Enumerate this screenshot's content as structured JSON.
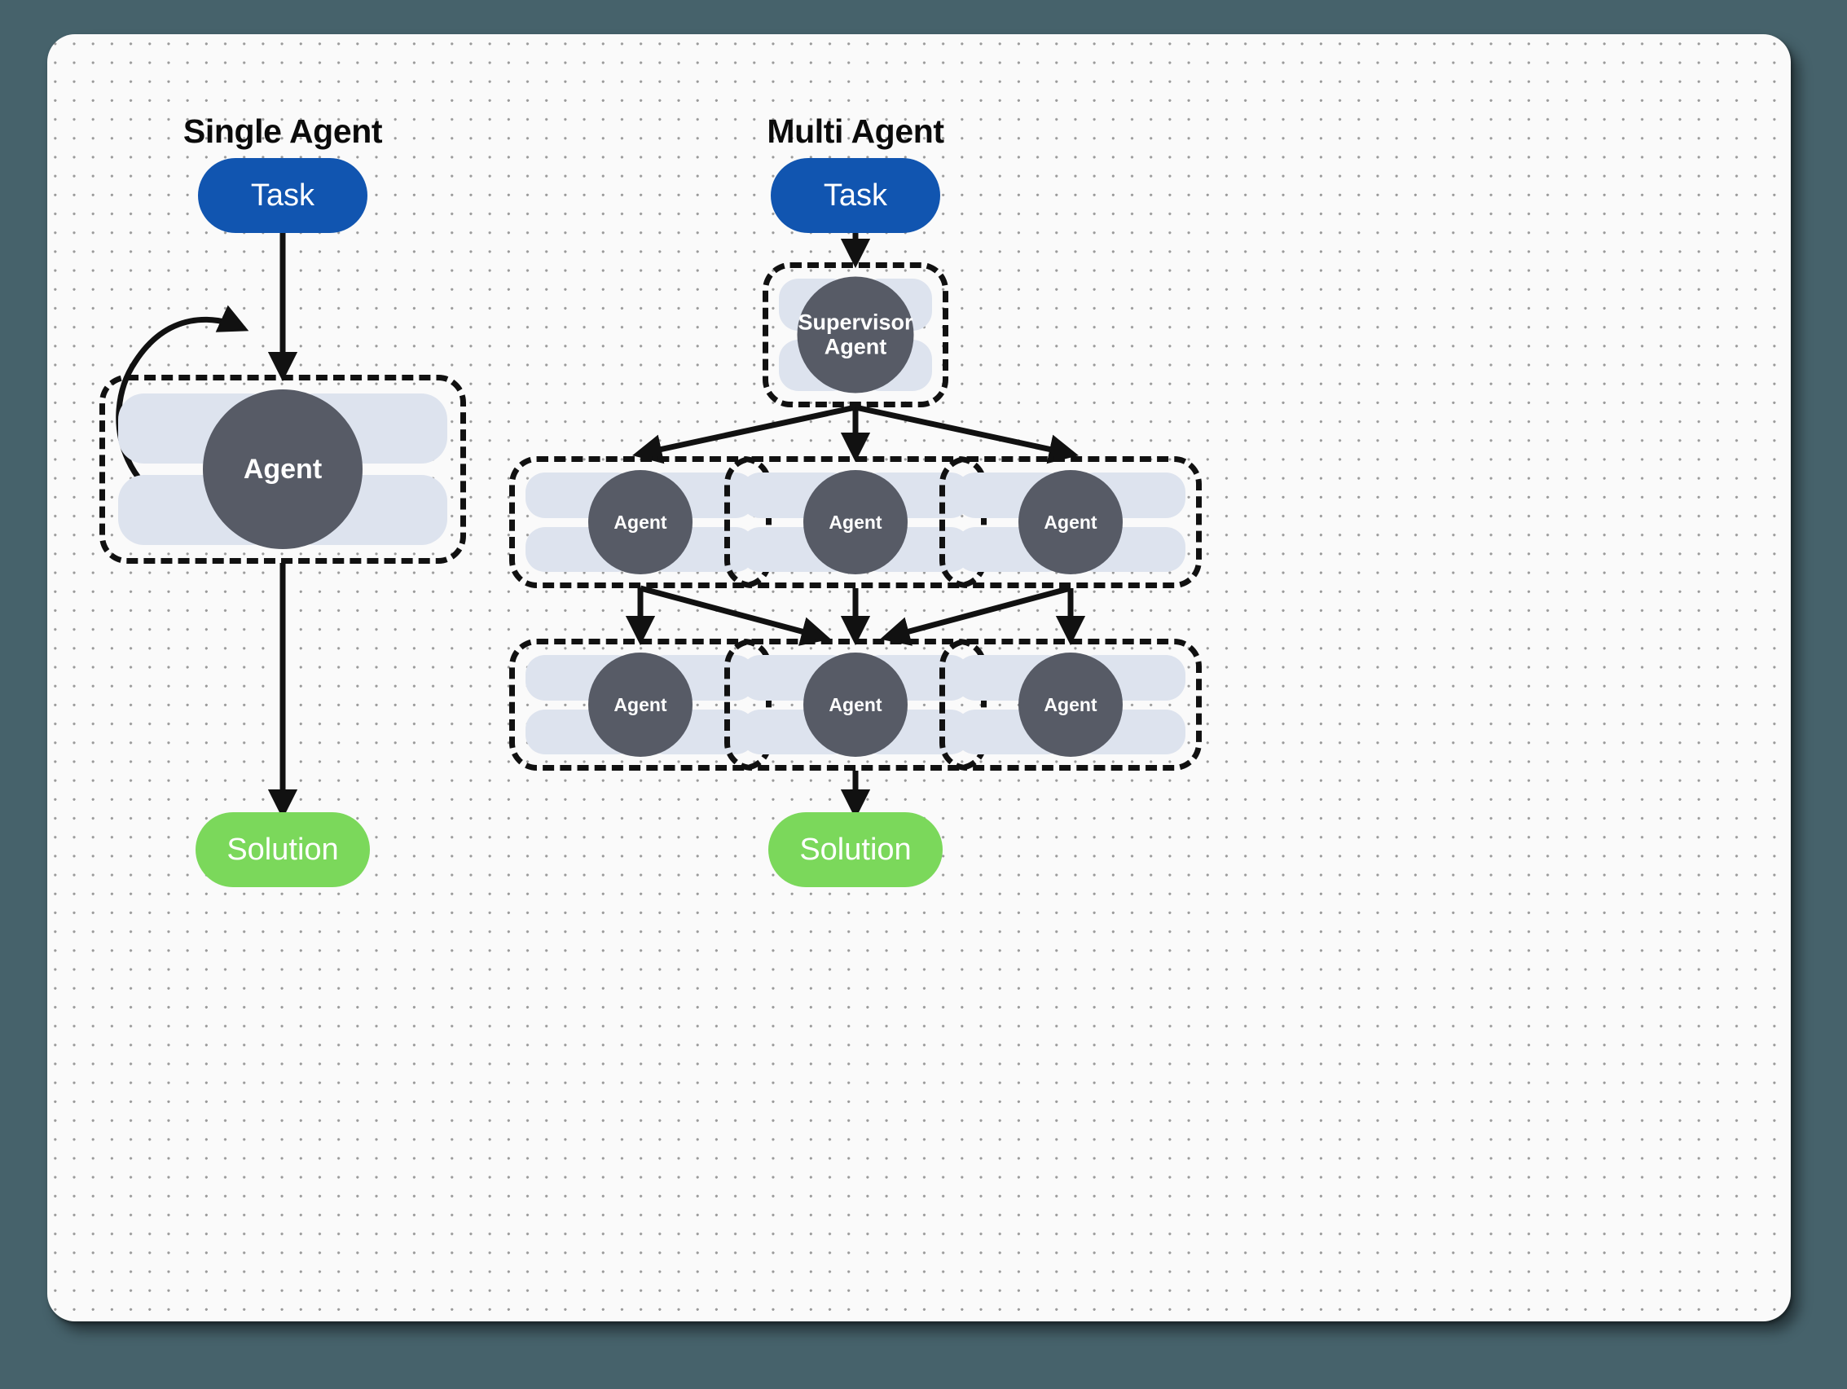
{
  "page": {
    "background_color": "#46626b",
    "canvas_color": "#fafafa"
  },
  "colors": {
    "task": "#1155b0",
    "solution": "#7bd85b",
    "agent_core": "#575b66",
    "tile": "#dde3ee",
    "stroke": "#111111"
  },
  "sections": [
    {
      "id": "single-agent",
      "title": "Single Agent",
      "task_label": "Task",
      "agent_label": "Agent",
      "solution_label": "Solution",
      "feedback_loop": true
    },
    {
      "id": "multi-agent",
      "title": "Multi Agent",
      "task_label": "Task",
      "supervisor_label_line1": "Supervisor",
      "supervisor_label_line2": "Agent",
      "solution_label": "Solution",
      "row1_agents": [
        "Agent",
        "Agent",
        "Agent"
      ],
      "row2_agents": [
        "Agent",
        "Agent",
        "Agent"
      ]
    }
  ],
  "diagram": {
    "type": "flow",
    "left_flow": [
      "Task",
      "Agent",
      "Solution"
    ],
    "right_flow": [
      "Task",
      "Supervisor Agent",
      "Agent x3",
      "Agent x3",
      "Solution"
    ]
  }
}
